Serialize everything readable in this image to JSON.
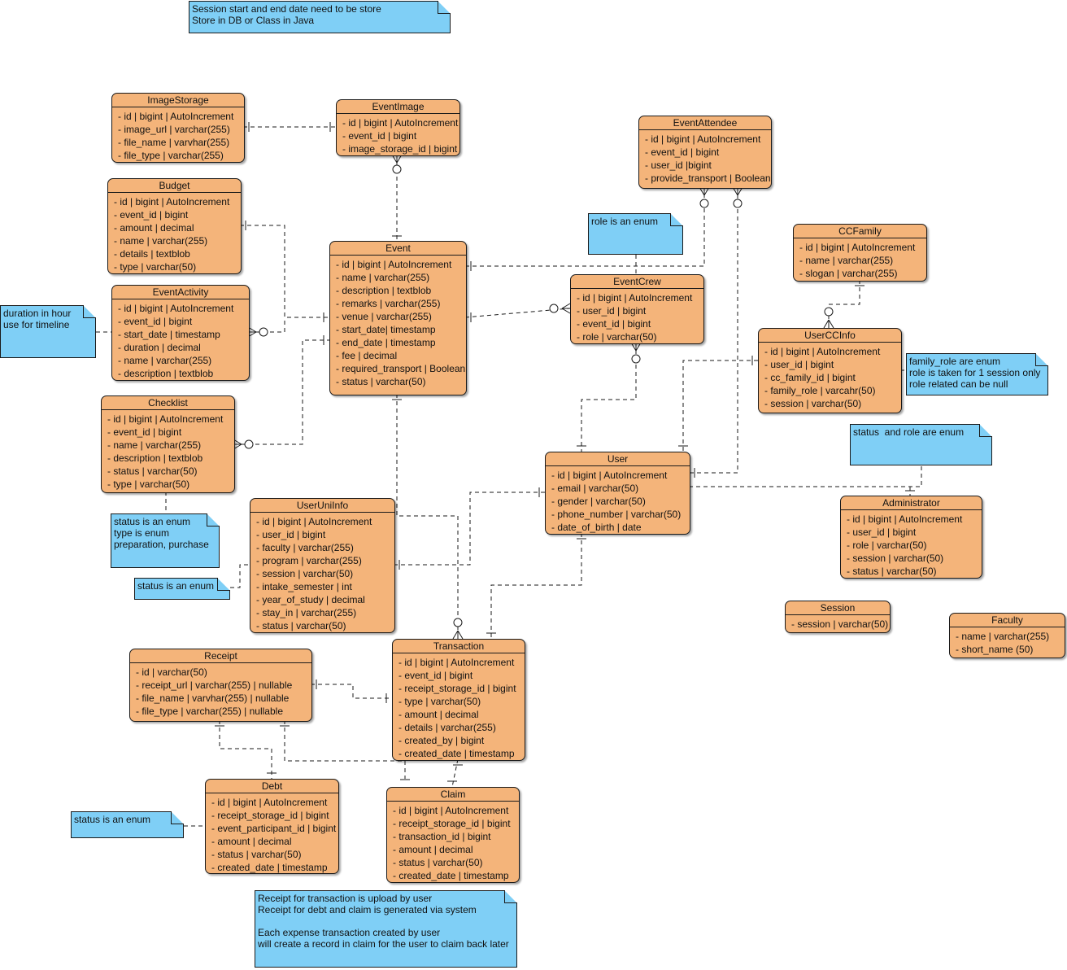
{
  "entities": {
    "image_storage": {
      "title": "ImageStorage",
      "fields": [
        "- id | bigint | AutoIncrement",
        "- image_url | varchar(255)",
        "- file_name | varvhar(255)",
        "- file_type | varchar(255)"
      ]
    },
    "event_image": {
      "title": "EventImage",
      "fields": [
        "- id | bigint | AutoIncrement",
        "- event_id | bigint",
        "- image_storage_id | bigint"
      ]
    },
    "event_attendee": {
      "title": "EventAttendee",
      "fields": [
        "- id | bigint | AutoIncrement",
        "- event_id | bigint",
        "- user_id |bigint",
        "- provide_transport | Boolean"
      ]
    },
    "budget": {
      "title": "Budget",
      "fields": [
        "- id | bigint | AutoIncrement",
        "- event_id | bigint",
        "- amount | decimal",
        "- name | varchar(255)",
        "- details | textblob",
        "- type | varchar(50)"
      ]
    },
    "event": {
      "title": "Event",
      "fields": [
        "- id | bigint | AutoIncrement",
        "- name | varchar(255)",
        "- description | textblob",
        "- remarks | varchar(255)",
        "- venue | varchar(255)",
        "- start_date| timestamp",
        "- end_date | timestamp",
        "- fee | decimal",
        "- required_transport | Boolean",
        "- status | varchar(50)"
      ]
    },
    "event_activity": {
      "title": "EventActivity",
      "fields": [
        "- id | bigint | AutoIncrement",
        "- event_id | bigint",
        "- start_date | timestamp",
        "- duration | decimal",
        "- name | varchar(255)",
        "- description | textblob"
      ]
    },
    "event_crew": {
      "title": "EventCrew",
      "fields": [
        "- id | bigint | AutoIncrement",
        "- user_id | bigint",
        "- event_id | bigint",
        "- role | varchar(50)"
      ]
    },
    "cc_family": {
      "title": "CCFamily",
      "fields": [
        "- id | bigint | AutoIncrement",
        "- name | varchar(255)",
        "- slogan | varchar(255)"
      ]
    },
    "user_cc_info": {
      "title": "UserCCInfo",
      "fields": [
        "- id | bigint | AutoIncrement",
        "- user_id | bigint",
        "- cc_family_id | bigint",
        "- family_role | varcahr(50)",
        "- session | varchar(50)"
      ]
    },
    "checklist": {
      "title": "Checklist",
      "fields": [
        "- id | bigint | AutoIncrement",
        "- event_id | bigint",
        "- name | varchar(255)",
        "- description | textblob",
        "- status | varchar(50)",
        "- type | varchar(50)"
      ]
    },
    "user": {
      "title": "User",
      "fields": [
        "- id | bigint | AutoIncrement",
        "- email | varchar(50)",
        "- gender | varchar(50)",
        "- phone_number | varchar(50)",
        "- date_of_birth | date"
      ]
    },
    "administrator": {
      "title": "Administrator",
      "fields": [
        "- id | bigint | AutoIncrement",
        "- user_id | bigint",
        "- role | varchar(50)",
        "- session | varchar(50)",
        "- status | varchar(50)"
      ]
    },
    "user_uni_info": {
      "title": "UserUniInfo",
      "fields": [
        "- id | bigint | AutoIncrement",
        "- user_id | bigint",
        "- faculty | varchar(255)",
        "- program | varchar(255)",
        "- session | varchar(50)",
        "- intake_semester | int",
        "- year_of_study | decimal",
        "- stay_in | varchar(255)",
        "- status | varchar(50)"
      ]
    },
    "session": {
      "title": "Session",
      "fields": [
        "- session | varchar(50)"
      ]
    },
    "faculty": {
      "title": "Faculty",
      "fields": [
        "- name | varchar(255)",
        "- short_name (50)"
      ]
    },
    "receipt": {
      "title": "Receipt",
      "fields": [
        "- id | varchar(50)",
        "- receipt_url | varchar(255) | nullable",
        "- file_name | varvhar(255) | nullable",
        "- file_type | varchar(255) | nullable"
      ]
    },
    "transaction": {
      "title": "Transaction",
      "fields": [
        "- id | bigint | AutoIncrement",
        "- event_id | bigint",
        "- receipt_storage_id | bigint",
        "- type | varchar(50)",
        "- amount | decimal",
        "- details | varchar(255)",
        "- created_by | bigint",
        "- created_date | timestamp"
      ]
    },
    "debt": {
      "title": "Debt",
      "fields": [
        "- id | bigint | AutoIncrement",
        "- receipt_storage_id | bigint",
        "- event_participant_id | bigint",
        "- amount | decimal",
        "- status | varchar(50)",
        "- created_date | timestamp"
      ]
    },
    "claim": {
      "title": "Claim",
      "fields": [
        "- id | bigint | AutoIncrement",
        "- receipt_storage_id | bigint",
        "- transaction_id | bigint",
        "- amount | decimal",
        "- status | varchar(50)",
        "- created_date | timestamp"
      ]
    }
  },
  "notes": {
    "session_note": {
      "lines": [
        "Session start and end date need to be store",
        "Store in DB or Class in Java"
      ]
    },
    "role_enum_note": {
      "lines": [
        "role is an enum"
      ]
    },
    "duration_note": {
      "lines": [
        "duration in hour",
        "use for timeline"
      ]
    },
    "family_role_note": {
      "lines": [
        "family_role are enum",
        "role is taken for 1 session only",
        "role related can be null"
      ]
    },
    "status_role_note": {
      "lines": [
        "status  and role are enum"
      ]
    },
    "checklist_note": {
      "lines": [
        "status is an enum",
        "type is enum",
        "preparation, purchase"
      ]
    },
    "uni_status_note": {
      "lines": [
        "status is an enum"
      ]
    },
    "debt_status_note": {
      "lines": [
        "status is an enum"
      ]
    },
    "receipt_note": {
      "lines": [
        "Receipt for transaction is upload by user",
        "Receipt for debt and claim is generated via system",
        "",
        "Each expense transaction created by user",
        "will create a record in claim for the user to claim back later"
      ]
    }
  },
  "colors": {
    "entity_fill": "#f4b47a",
    "note_fill": "#7fcff6",
    "line": "#1a1a1a"
  }
}
